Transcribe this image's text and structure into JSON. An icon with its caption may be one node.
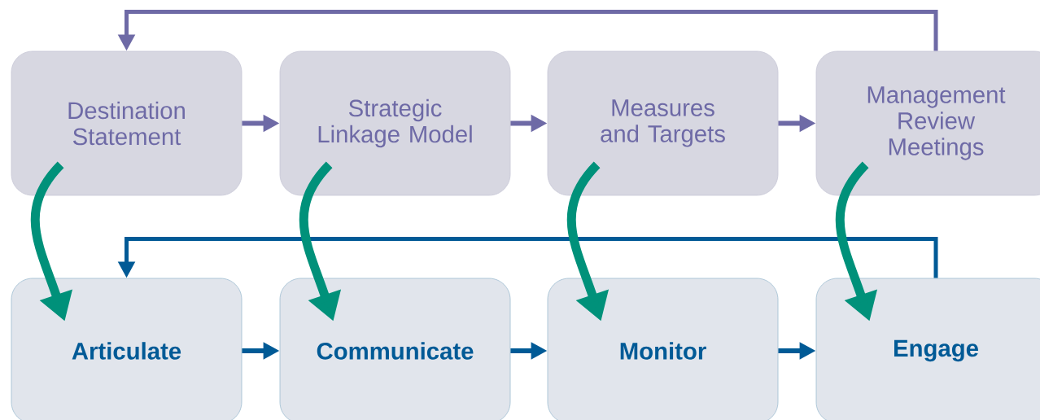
{
  "diagram": {
    "nodes": [
      {
        "text": [
          "Destination Statement"
        ]
      },
      {
        "text": [
          "Strategic Linkage Model"
        ]
      },
      {
        "text": [
          "Measures and Targets"
        ]
      },
      {
        "text": [
          "Management Review Meetings"
        ]
      },
      {
        "text": [
          "Articulate"
        ]
      },
      {
        "text": [
          "Communicate"
        ]
      },
      {
        "text": [
          "Monitor"
        ]
      },
      {
        "text": [
          "Engage"
        ]
      }
    ],
    "edges": [
      {
        "from": 0,
        "to": 1,
        "arrow": "to",
        "color": "#6e6aa6"
      },
      {
        "from": 1,
        "to": 2,
        "arrow": "to",
        "color": "#6e6aa6"
      },
      {
        "from": 2,
        "to": 3,
        "arrow": "to",
        "color": "#6e6aa6"
      },
      {
        "from": 3,
        "to": 0,
        "arrow": "to",
        "color": "#6e6aa6"
      },
      {
        "from": 4,
        "to": 5,
        "arrow": "to",
        "color": "#005a96"
      },
      {
        "from": 5,
        "to": 6,
        "arrow": "to",
        "color": "#005a96"
      },
      {
        "from": 6,
        "to": 7,
        "arrow": "to",
        "color": "#005a96"
      },
      {
        "from": 7,
        "to": 4,
        "arrow": "to",
        "color": "#005a96"
      },
      {
        "from": 0,
        "to": 4,
        "arrow": "to",
        "style": "thick",
        "color": "#00917a"
      },
      {
        "from": 1,
        "to": 5,
        "arrow": "to",
        "style": "thick",
        "color": "#00917a"
      },
      {
        "from": 2,
        "to": 6,
        "arrow": "to",
        "style": "thick",
        "color": "#00917a"
      },
      {
        "from": 3,
        "to": 7,
        "arrow": "to",
        "style": "thick",
        "color": "#00917a"
      }
    ]
  }
}
